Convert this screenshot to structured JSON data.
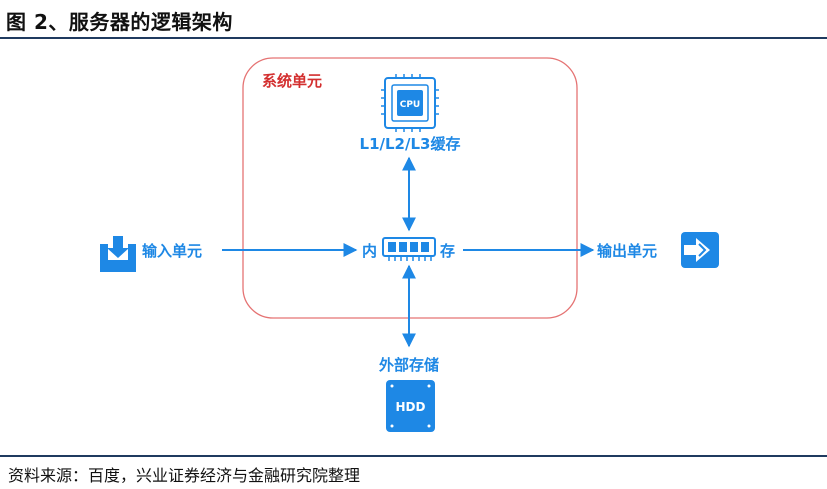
{
  "header": {
    "title": "图 2、服务器的逻辑架构"
  },
  "diagram": {
    "system_unit": "系统单元",
    "cpu_chip": "CPU",
    "cache": "L1/L2/L3缓存",
    "memory_left": "内",
    "memory_right": "存",
    "input_unit": "输入单元",
    "output_unit": "输出单元",
    "external_storage": "外部存储",
    "hdd": "HDD"
  },
  "footer": {
    "source": "资料来源：百度，兴业证券经济与金融研究院整理"
  },
  "colors": {
    "accent": "#1e88e5",
    "system_border": "#e57373",
    "rule": "#1f3a5f"
  }
}
